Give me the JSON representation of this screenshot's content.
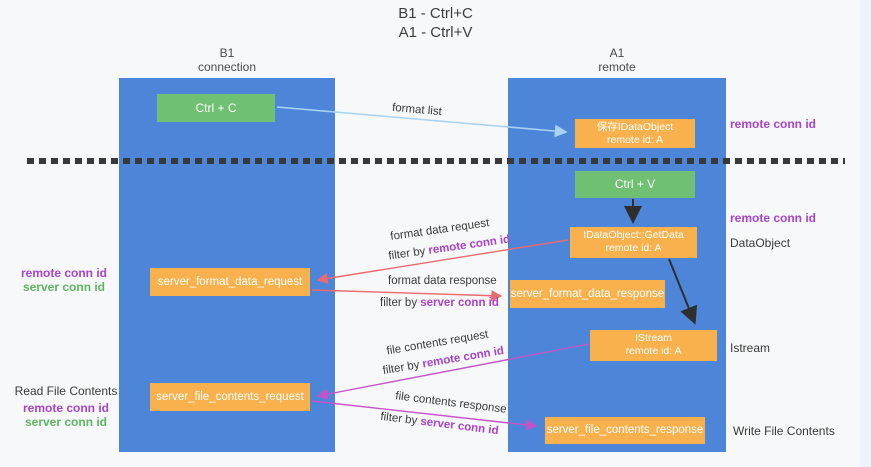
{
  "title": {
    "line1": "B1 - Ctrl+C",
    "line2": "A1 - Ctrl+V"
  },
  "lanes": {
    "left": {
      "name": "B1",
      "role": "connection"
    },
    "right": {
      "name": "A1",
      "role": "remote"
    }
  },
  "boxes": {
    "ctrl_c": {
      "label": "Ctrl + C"
    },
    "ctrl_v": {
      "label": "Ctrl + V"
    },
    "save_idataobject": {
      "line1": "保存IDataObject",
      "line2": "remote id: A"
    },
    "getdata": {
      "line1": "IDataObject::GetData",
      "line2": "remote id: A"
    },
    "istream": {
      "line1": "IStream",
      "line2": "remote id: A"
    },
    "server_format_data_request": {
      "label": "server_format_data_request"
    },
    "server_format_data_response": {
      "label": "server_format_data_response"
    },
    "server_file_contents_request": {
      "label": "server_file_contents_request"
    },
    "server_file_contents_response": {
      "label": "server_file_contents_response"
    }
  },
  "arrows": {
    "format_list": {
      "label": "format list"
    },
    "format_data_request": {
      "label": "format data request",
      "filter_prefix": "filter by ",
      "filter_key": "remote conn id"
    },
    "format_data_response": {
      "label": "format data response",
      "filter_prefix": "filter by ",
      "filter_key": "server conn id"
    },
    "file_contents_request": {
      "label": "file contents request",
      "filter_prefix": "filter by ",
      "filter_key": "remote conn id"
    },
    "file_contents_response": {
      "label": "file contents response",
      "filter_prefix": "filter by ",
      "filter_key": "server conn id"
    }
  },
  "side_labels": {
    "left_mid": {
      "remote": "remote conn id",
      "server": "server conn id"
    },
    "left_bottom": {
      "title": "Read File Contents",
      "remote": "remote conn id",
      "server": "server conn id"
    },
    "right": {
      "remote_top": "remote conn id",
      "remote_mid": "remote conn id",
      "dataobject": "DataObject",
      "istream": "Istream",
      "write": "Write File Contents"
    }
  },
  "colors": {
    "lane_blue": "#4d86d8",
    "box_orange": "#f8b14d",
    "box_green": "#6fc072",
    "arrow_red": "#e96a6f",
    "arrow_magenta": "#c553c8",
    "arrow_lightblue": "#a9d3f3",
    "arrow_black": "#2e2e2e",
    "label_purple": "#a843cb",
    "label_green": "#5fb661"
  }
}
